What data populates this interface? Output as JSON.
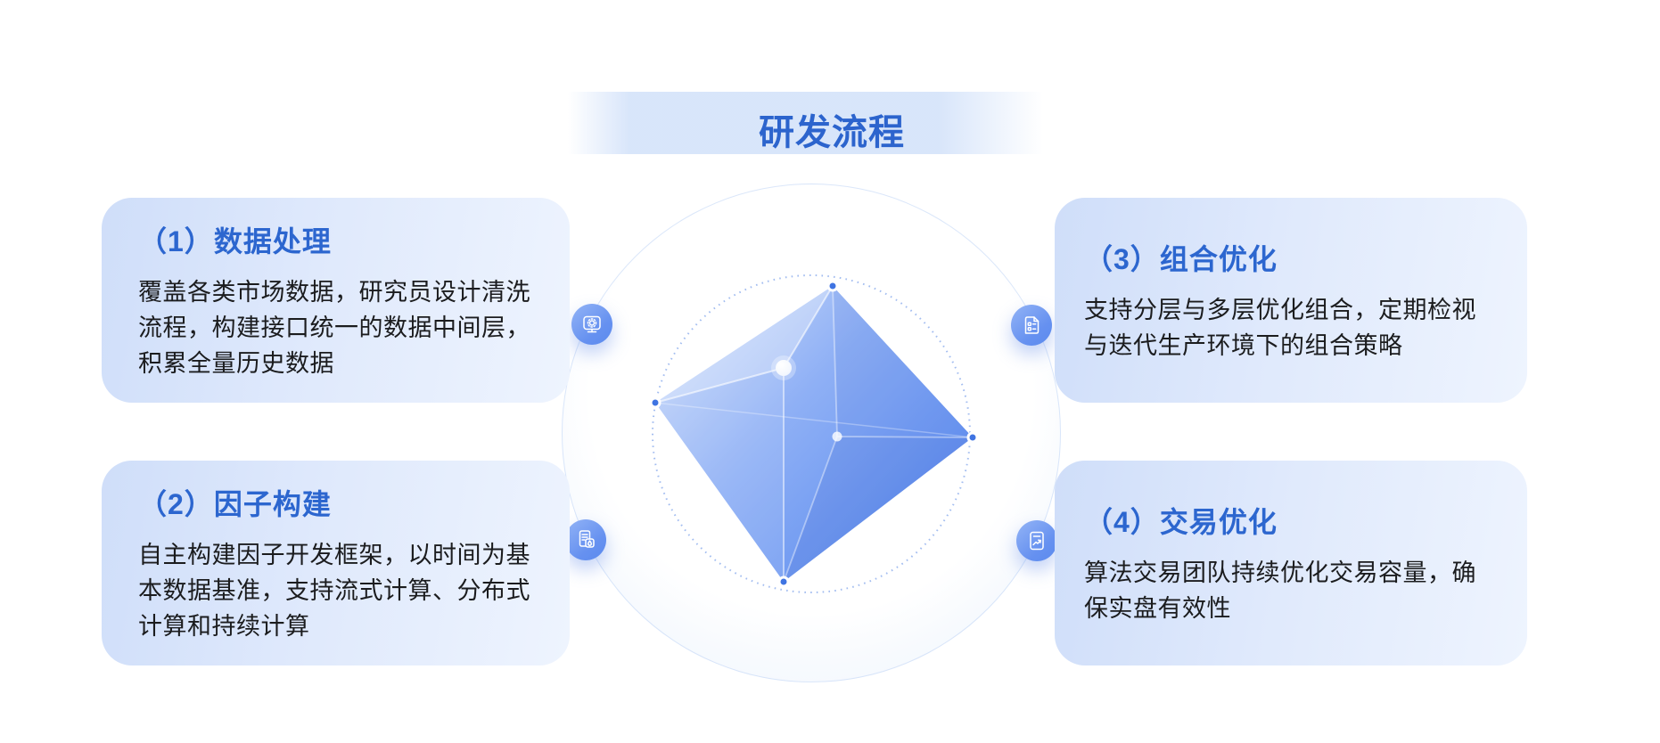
{
  "title": "研发流程",
  "colors": {
    "accent_blue": "#2c64cd",
    "heading_blue": "#2c66cf",
    "body_text": "#1b1c1e",
    "banner_tint": "#d6e4fa",
    "card_gradient_from": "#cfdef9",
    "card_gradient_to": "#eef4fe",
    "icon_circle_from": "#93b4f6",
    "icon_circle_to": "#5b8aee",
    "diamond_light": "#c9dafb",
    "diamond_dark": "#5584ec",
    "dotted_circle": "#a3bdf0",
    "vertex_dot": "#3f74e2"
  },
  "cards": [
    {
      "number": "（1）",
      "heading": "数据处理",
      "body": "覆盖各类市场数据，研究员设计清洗流程，构建接口统一的数据中间层，积累全量历史数据",
      "icon": "monitor-gear-icon",
      "position": "top-left"
    },
    {
      "number": "（2）",
      "heading": "因子构建",
      "body": "自主构建因子开发框架，以时间为基本数据基准，支持流式计算、分布式计算和持续计算",
      "icon": "document-drop-icon",
      "position": "bottom-left"
    },
    {
      "number": "（3）",
      "heading": "组合优化",
      "body": "支持分层与多层优化组合，定期检视与迭代生产环境下的组合策略",
      "icon": "ledger-icon",
      "position": "top-right"
    },
    {
      "number": "（4）",
      "heading": "交易优化",
      "body": "算法交易团队持续优化交易容量，确保实盘有效性",
      "icon": "document-trend-icon",
      "position": "bottom-right"
    }
  ],
  "diagram": {
    "type": "octahedron-in-dotted-circle",
    "vertex_count_on_circle": 4
  }
}
